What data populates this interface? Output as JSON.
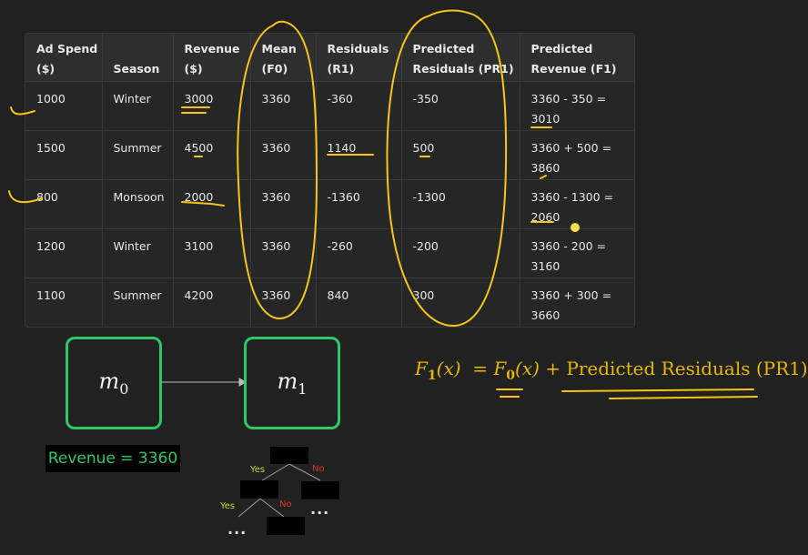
{
  "table": {
    "headers": [
      [
        "Ad Spend",
        "($)"
      ],
      [
        "",
        "Season"
      ],
      [
        "Revenue",
        "($)"
      ],
      [
        "Mean",
        "(F0)"
      ],
      [
        "Residuals",
        "(R1)"
      ],
      [
        "Predicted",
        "Residuals (PR1)"
      ],
      [
        "Predicted",
        "Revenue (F1)"
      ]
    ],
    "rows": [
      [
        "1000",
        "Winter",
        "3000",
        "3360",
        "-360",
        "-350",
        "3360 - 350 =",
        "3010"
      ],
      [
        "1500",
        "Summer",
        "4500",
        "3360",
        "1140",
        "500",
        "3360 + 500 =",
        "3860"
      ],
      [
        "800",
        "Monsoon",
        "2000",
        "3360",
        "-1360",
        "-1300",
        "3360 - 1300 =",
        "2060"
      ],
      [
        "1200",
        "Winter",
        "3100",
        "3360",
        "-260",
        "-200",
        "3360 - 200 =",
        "3160"
      ],
      [
        "1100",
        "Summer",
        "4200",
        "3360",
        "840",
        "300",
        "3360 + 300 =",
        "3660"
      ]
    ]
  },
  "models": {
    "m0": {
      "base": "m",
      "sub": "0"
    },
    "m1": {
      "base": "m",
      "sub": "1"
    }
  },
  "revenue_box": "Revenue = 3360",
  "formula": {
    "lhs_f": "F",
    "lhs_sub": "1",
    "lhs_arg": "(x)",
    "eq": "=",
    "rhs_f": "F",
    "rhs_sub": "0",
    "rhs_arg": "(x)",
    "plus": "+",
    "text": "Predicted Residuals (PR1)"
  },
  "tree": {
    "yes1": "Yes",
    "no1": "No",
    "yes2": "Yes",
    "no2": "No",
    "dots1": "...",
    "dots2": "..."
  },
  "colors": {
    "annotation": "#f5c518",
    "box_border": "#2ec866",
    "formula": "#e6b800",
    "no_label": "#e0322d",
    "yes_label": "#c9d84a"
  }
}
